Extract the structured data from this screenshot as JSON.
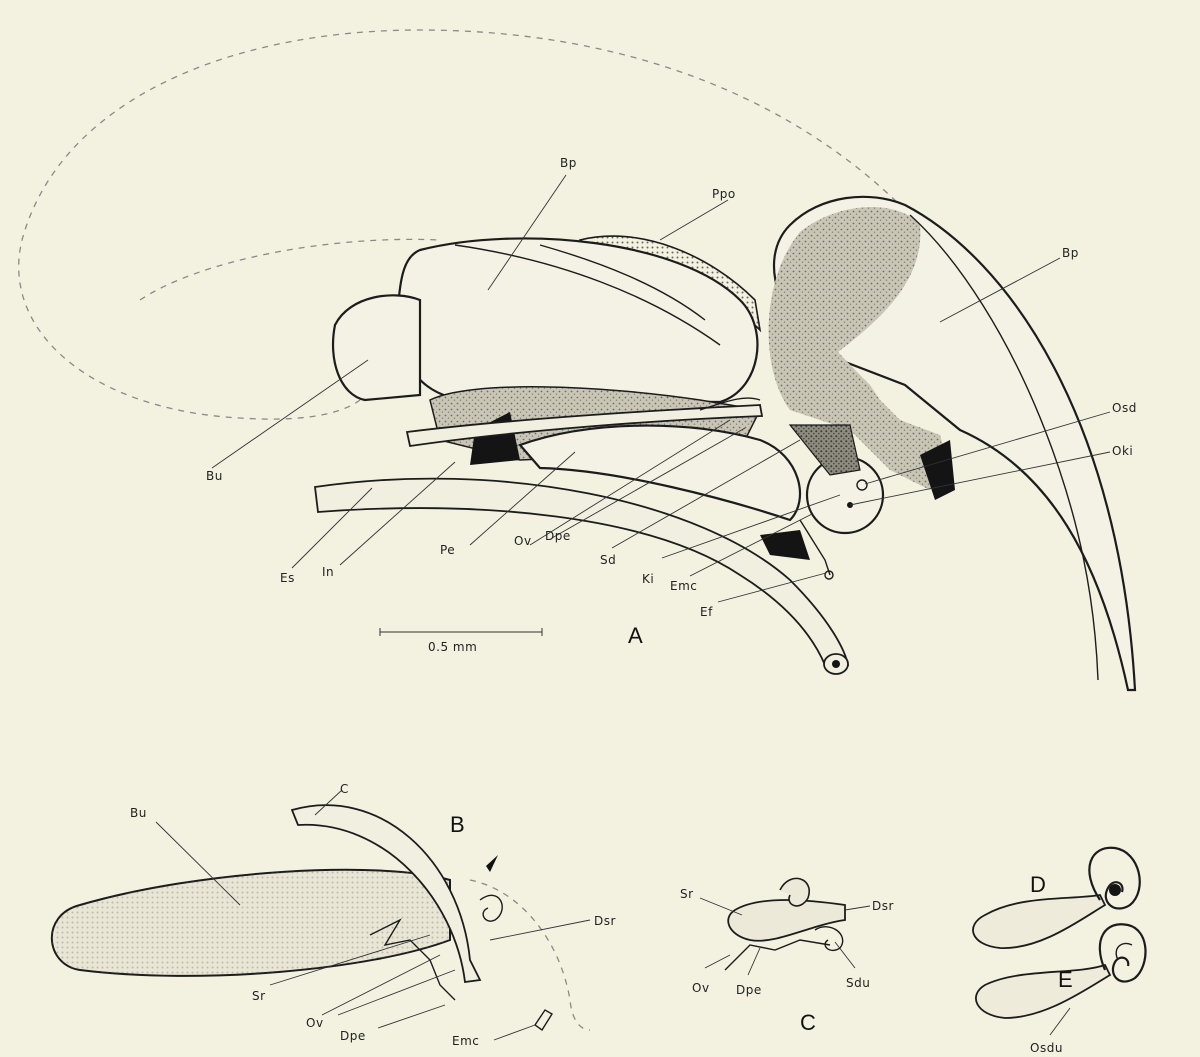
{
  "panels": {
    "A": "A",
    "B": "B",
    "C": "C",
    "D": "D",
    "E": "E"
  },
  "scale_bar": {
    "label": "0.5 mm"
  },
  "labels_A": {
    "Bp_1": "Bp",
    "Ppo": "Ppo",
    "Bp_2": "Bp",
    "Osd": "Osd",
    "Oki": "Oki",
    "Bu": "Bu",
    "Es": "Es",
    "In": "In",
    "Pe": "Pe",
    "Ov": "Ov",
    "Dpe": "Dpe",
    "Sd": "Sd",
    "Ki": "Ki",
    "Emc": "Emc",
    "Ef": "Ef"
  },
  "labels_B": {
    "Bu": "Bu",
    "C": "C",
    "Dsr": "Dsr",
    "Sr": "Sr",
    "Ov": "Ov",
    "Dpe": "Dpe",
    "Emc": "Emc"
  },
  "labels_C": {
    "Sr": "Sr",
    "Dsr": "Dsr",
    "Ov": "Ov",
    "Dpe": "Dpe",
    "Sdu": "Sdu"
  },
  "labels_E": {
    "Osdu": "Osdu"
  }
}
